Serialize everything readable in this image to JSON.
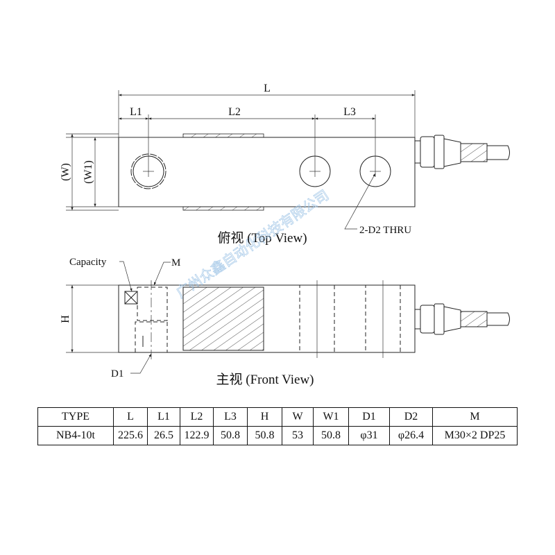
{
  "top_view": {
    "title": "俯视 (Top View)",
    "dim_L": "L",
    "dim_L1": "L1",
    "dim_L2": "L2",
    "dim_L3": "L3",
    "dim_W": "(W)",
    "dim_W1": "(W1)",
    "hole_note": "2-D2  THRU"
  },
  "front_view": {
    "title": "主视 (Front View)",
    "capacity_label": "Capacity",
    "m_label": "M",
    "d1_label": "D1",
    "dim_H": "H"
  },
  "watermark": "广州众鑫自动化科技有限公司",
  "spec_table": {
    "headers": [
      "TYPE",
      "L",
      "L1",
      "L2",
      "L3",
      "H",
      "W",
      "W1",
      "D1",
      "D2",
      "M"
    ],
    "rows": [
      [
        "NB4-10t",
        "225.6",
        "26.5",
        "122.9",
        "50.8",
        "50.8",
        "53",
        "50.8",
        "φ31",
        "φ26.4",
        "M30×2 DP25"
      ]
    ]
  },
  "colors": {
    "line": "#222222",
    "watermark": "#9cc3e6"
  }
}
